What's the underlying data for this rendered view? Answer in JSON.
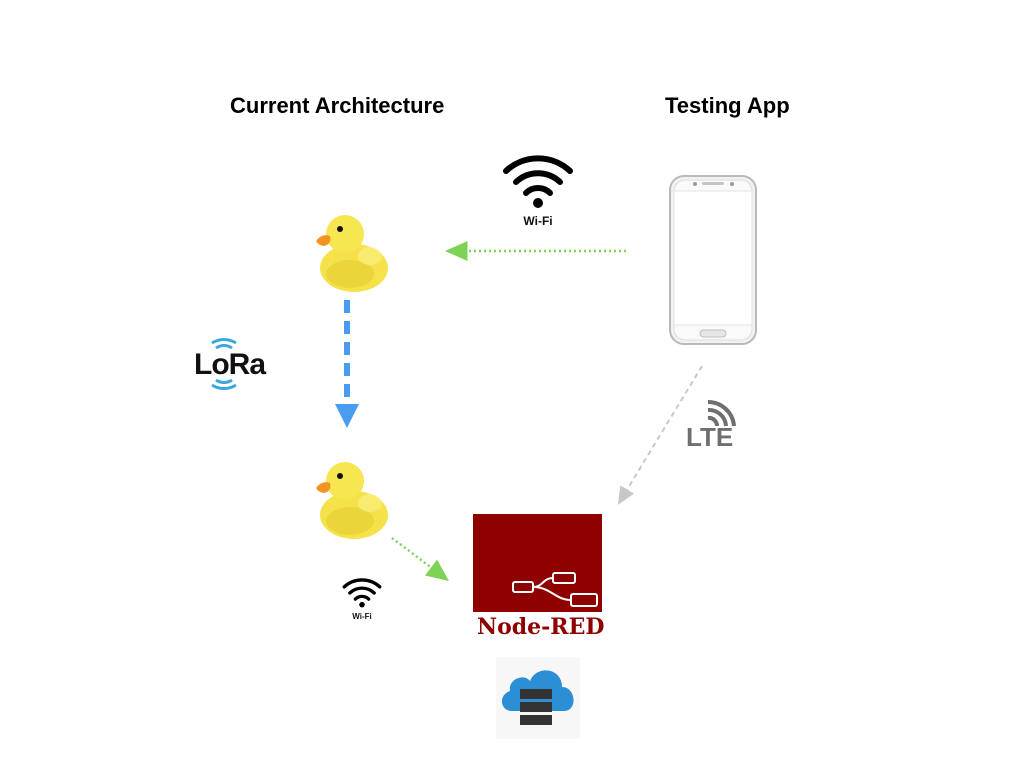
{
  "titles": {
    "left": "Current Architecture",
    "right": "Testing App"
  },
  "labels": {
    "wifi_top": "Wi-Fi",
    "wifi_bottom": "Wi-Fi",
    "lora": "LoRa",
    "lte": "LTE",
    "node_red": "Node-RED"
  },
  "colors": {
    "wifi_arrow": "#7dd356",
    "lora_arrow": "#4a9cf0",
    "lte_arrow": "#c8c8c8",
    "node_red_box": "#8f0000",
    "cloud": "#2c8fd6",
    "duck": "#f5e24a"
  },
  "icons": {
    "duck_top": "duck-icon",
    "duck_bottom": "duck-icon",
    "phone": "smartphone-icon",
    "wifi": "wifi-icon",
    "lora": "lora-signal-icon",
    "lte": "lte-signal-icon",
    "node_red": "node-red-flow-icon",
    "cloud_server": "cloud-server-icon"
  }
}
